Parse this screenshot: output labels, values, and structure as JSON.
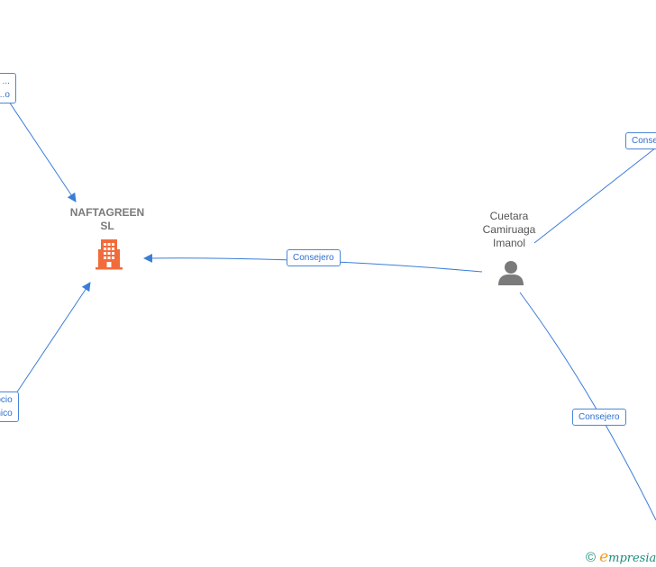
{
  "nodes": {
    "company": {
      "name_line1": "NAFTAGREEN",
      "name_line2": "SL",
      "color": "#f26b3a"
    },
    "person": {
      "name_line1": "Cuetara",
      "name_line2": "Camiruaga",
      "name_line3": "Imanol",
      "color": "#7a7a7a"
    }
  },
  "edges": {
    "main": "Consejero",
    "top_right": "Consejero",
    "bottom_right": "Consejero",
    "top_left_line1": "...",
    "top_left_line2": "...o",
    "bottom_left_line1": "...ocio",
    "bottom_left_line2": "...nico"
  },
  "colors": {
    "edge": "#3b7dd8"
  },
  "brand": {
    "copyright": "©",
    "initial": "e",
    "rest": "mpresia"
  }
}
